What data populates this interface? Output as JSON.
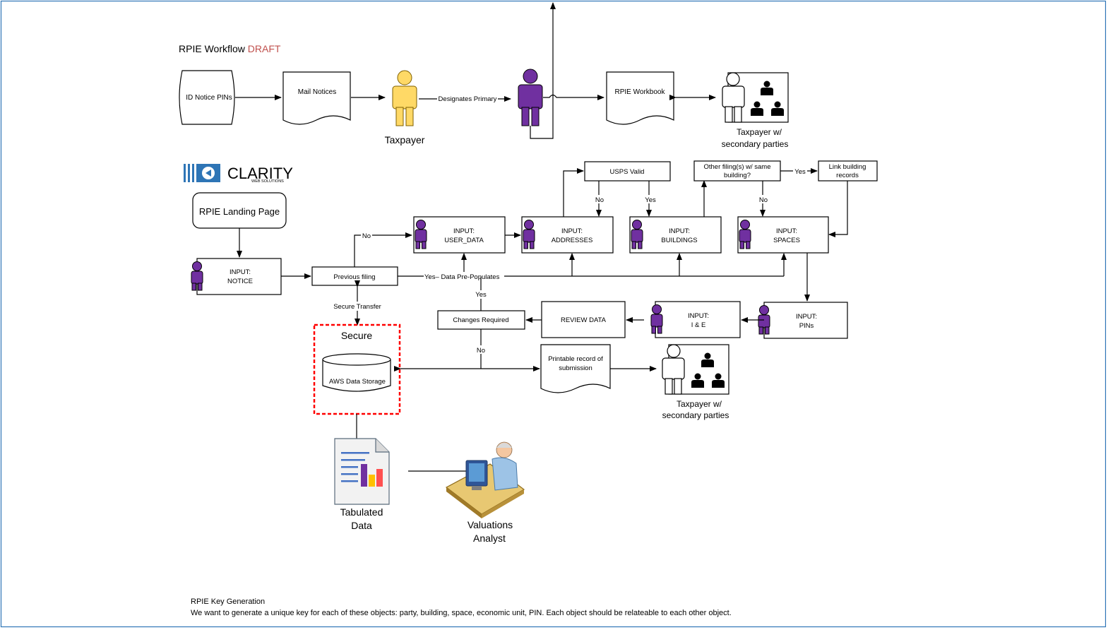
{
  "title": {
    "text": "RPIE Workflow",
    "tag": "DRAFT"
  },
  "colors": {
    "frame": "#2e75b6",
    "draft": "#c0504d",
    "purple": "#7030a0",
    "yellow": "#ffd966",
    "secure_border": "#ff0000",
    "party_label": "#843c0c"
  },
  "logo": {
    "name": "CLARITY",
    "tagline": "WEB SOLUTIONS"
  },
  "nodes": {
    "id_notice": "ID Notice PINs",
    "mail_notices": "Mail Notices",
    "taxpayer": "Taxpayer",
    "rpie_workbook": "RPIE Workbook",
    "secondary_top": [
      "Taxpayer w/",
      "secondary parties"
    ],
    "landing": "RPIE Landing Page",
    "input_notice": [
      "INPUT:",
      "NOTICE"
    ],
    "previous_filing": "Previous filing",
    "input_user": [
      "INPUT:",
      "USER_DATA"
    ],
    "input_addr": [
      "INPUT:",
      "ADDRESSES"
    ],
    "input_bldg": [
      "INPUT:",
      "BUILDINGS"
    ],
    "input_spaces": [
      "INPUT:",
      "SPACES"
    ],
    "usps": "USPS Valid",
    "other_filing": [
      "Other filing(s) w/ same",
      "building?"
    ],
    "link_building": [
      "Link building",
      "records"
    ],
    "input_pins": [
      "INPUT:",
      "PINs"
    ],
    "input_ie": [
      "INPUT:",
      "I & E"
    ],
    "review": "REVIEW DATA",
    "changes": "Changes Required",
    "secure": "Secure",
    "aws": "AWS Data Storage",
    "printable": [
      "Printable record of",
      "submission"
    ],
    "secondary_bottom": [
      "Taxpayer w/",
      "secondary parties"
    ],
    "tabulated": [
      "Tabulated",
      "Data"
    ],
    "analyst": [
      "Valuations",
      "Analyst"
    ]
  },
  "edge_labels": {
    "designates": "Designates Primary",
    "no_prev": "No",
    "yes_prev": "Yes",
    "data_prepop": "Data Pre-Populates",
    "secure_transfer": "Secure Transfer",
    "usps_no": "No",
    "usps_yes": "Yes",
    "other_yes": "Yes",
    "other_no": "No",
    "changes_yes": "Yes",
    "changes_no": "No"
  },
  "notes": {
    "heading": "RPIE Key Generation",
    "body": "We want to generate a unique key for each of these objects: party, building, space, economic unit, PIN. Each object should be relateable to each other object."
  }
}
